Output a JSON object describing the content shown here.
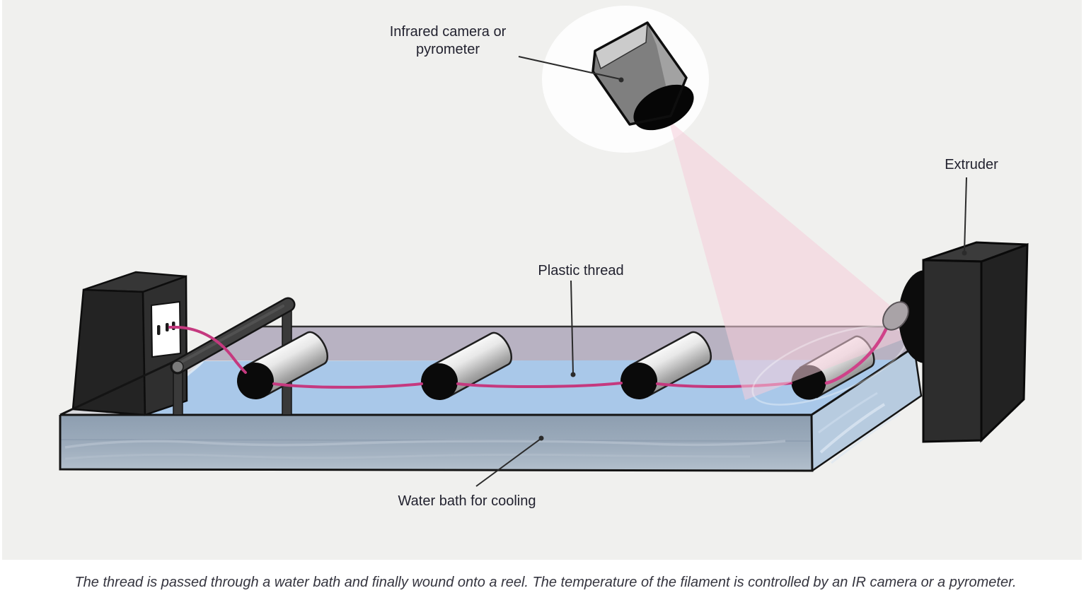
{
  "figure": {
    "labels": {
      "camera": {
        "line1": "Infrared camera or",
        "line2": "pyrometer"
      },
      "extruder": "Extruder",
      "plastic_thread": "Plastic thread",
      "water_bath": "Water bath for cooling"
    },
    "caption": "The thread is passed through a water bath and finally wound onto a reel. The temperature of the filament is controlled by an IR camera or a pyrometer.",
    "colors": {
      "panel_bg": "#f0f0ee",
      "thread": "#c5397f",
      "thread_bright": "#cf4289",
      "water": "#a9c8e9",
      "water_back_wall": "#b8b2c2",
      "tank_interior": "#d9d9dd",
      "tank_end_face": "#b7cbdf",
      "beam": "#f6cdda",
      "machine_dark": "#2d2d2d",
      "roller_cap": "#0a0a0a",
      "spotlight": "#fdfdfd"
    }
  }
}
